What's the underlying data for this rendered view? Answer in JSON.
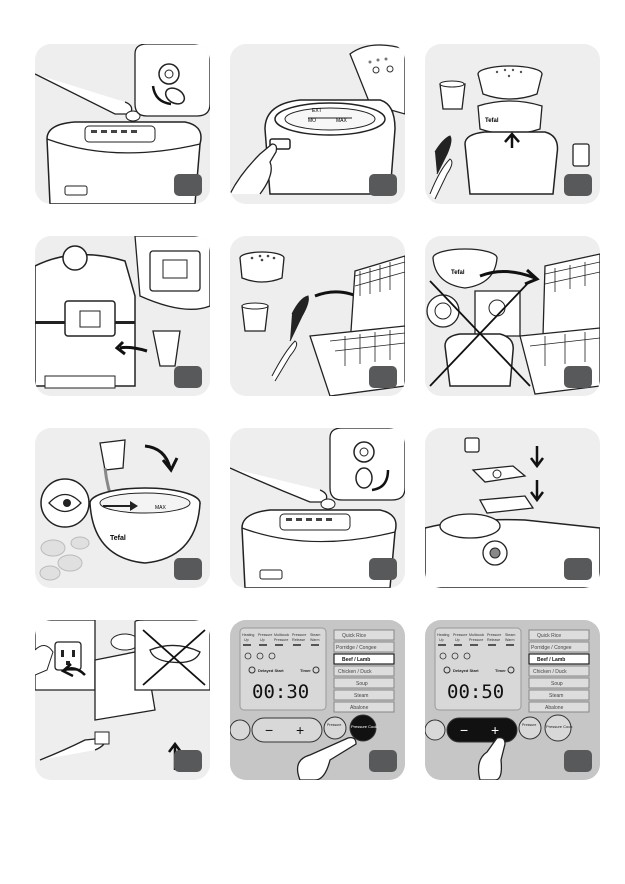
{
  "brand": "Tefal",
  "step_badge_color": "#58595b",
  "panel_bg": "#eeeeee",
  "gauge": {
    "max_label": "MAX",
    "line1": "EXT",
    "line2": "MO"
  },
  "panel10": {
    "left_labels": [
      "Heating",
      "Pressure",
      "Multicook",
      "Pressure",
      "Steam"
    ],
    "left_sub": [
      "Up",
      "Up",
      "Pressure",
      "Release",
      "Warm"
    ],
    "menu": [
      "Quick Rice",
      "Porridge / Congee",
      "Beef / Lamb",
      "Chicken / Duck",
      "Soup",
      "Steam",
      "Abalone"
    ],
    "selected_menu": "Beef / Lamb",
    "delayed": "Delayed Start",
    "timer_label": "Timer",
    "time": "00:30",
    "minus": "−",
    "plus": "+",
    "pressure_label": "Pressure",
    "pressure_cook": "Pressure Cook",
    "highlight": "pressure-cook"
  },
  "panel11": {
    "left_labels": [
      "Heating",
      "Pressure",
      "Multicook",
      "Pressure",
      "Steam"
    ],
    "left_sub": [
      "Up",
      "Up",
      "Pressure",
      "Release",
      "Warm"
    ],
    "menu": [
      "Quick Rice",
      "Porridge / Congee",
      "Beef / Lamb",
      "Chicken / Duck",
      "Soup",
      "Steam",
      "Abalone"
    ],
    "selected_menu": "Beef / Lamb",
    "delayed": "Delayed Start",
    "timer_label": "Timer",
    "time": "00:50",
    "minus": "−",
    "plus": "+",
    "pressure_label": "Pressure",
    "pressure_cook": "Pressure Cook",
    "highlight": "plus-minus"
  }
}
